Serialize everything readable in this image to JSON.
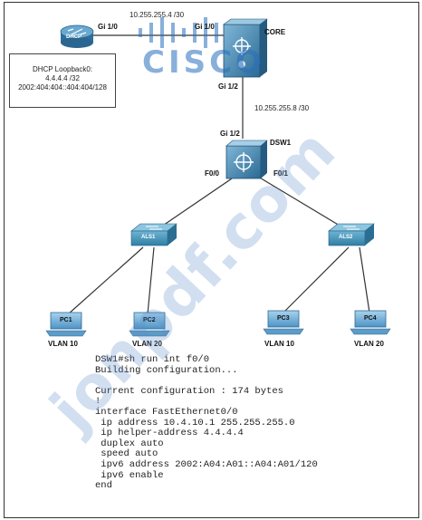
{
  "topology": {
    "links": {
      "dhcp_core_subnet": "10.255.255.4 /30",
      "core_dsw1_subnet": "10.255.255.8 /30"
    },
    "dhcp": {
      "name": "DHCP",
      "port": "Gi 1/0",
      "info": {
        "title": "DHCP Loopback0:",
        "ipv4": "4.4.4.4 /32",
        "ipv6": "2002:404:404::404:404/128"
      }
    },
    "core": {
      "name": "CORE",
      "port_left": "Gi 1/0",
      "port_down": "Gi 1/2"
    },
    "dsw1": {
      "name": "DSW1",
      "port_up": "Gi 1/2",
      "port_left": "F0/0",
      "port_right": "F0/1"
    },
    "switches": [
      {
        "name": "ALS1"
      },
      {
        "name": "ALS2"
      }
    ],
    "pcs": [
      {
        "name": "PC1",
        "vlan": "VLAN 10"
      },
      {
        "name": "PC2",
        "vlan": "VLAN 20"
      },
      {
        "name": "PC3",
        "vlan": "VLAN 10"
      },
      {
        "name": "PC4",
        "vlan": "VLAN 20"
      }
    ]
  },
  "cli_output": "DSW1#sh run int f0/0\nBuilding configuration...\n\nCurrent configuration : 174 bytes\n!\ninterface FastEthernet0/0\n ip address 10.4.10.1 255.255.255.0\n ip helper-address 4.4.4.4\n duplex auto\n speed auto\n ipv6 address 2002:A04:A01::A04:A01/120\n ipv6 enable\nend",
  "watermarks": {
    "logo": "CISCO",
    "site": "jonpdf.com"
  },
  "colors": {
    "device_blue": "#3a78a8",
    "switch_teal": "#3f8fb2",
    "link": "#333333"
  }
}
